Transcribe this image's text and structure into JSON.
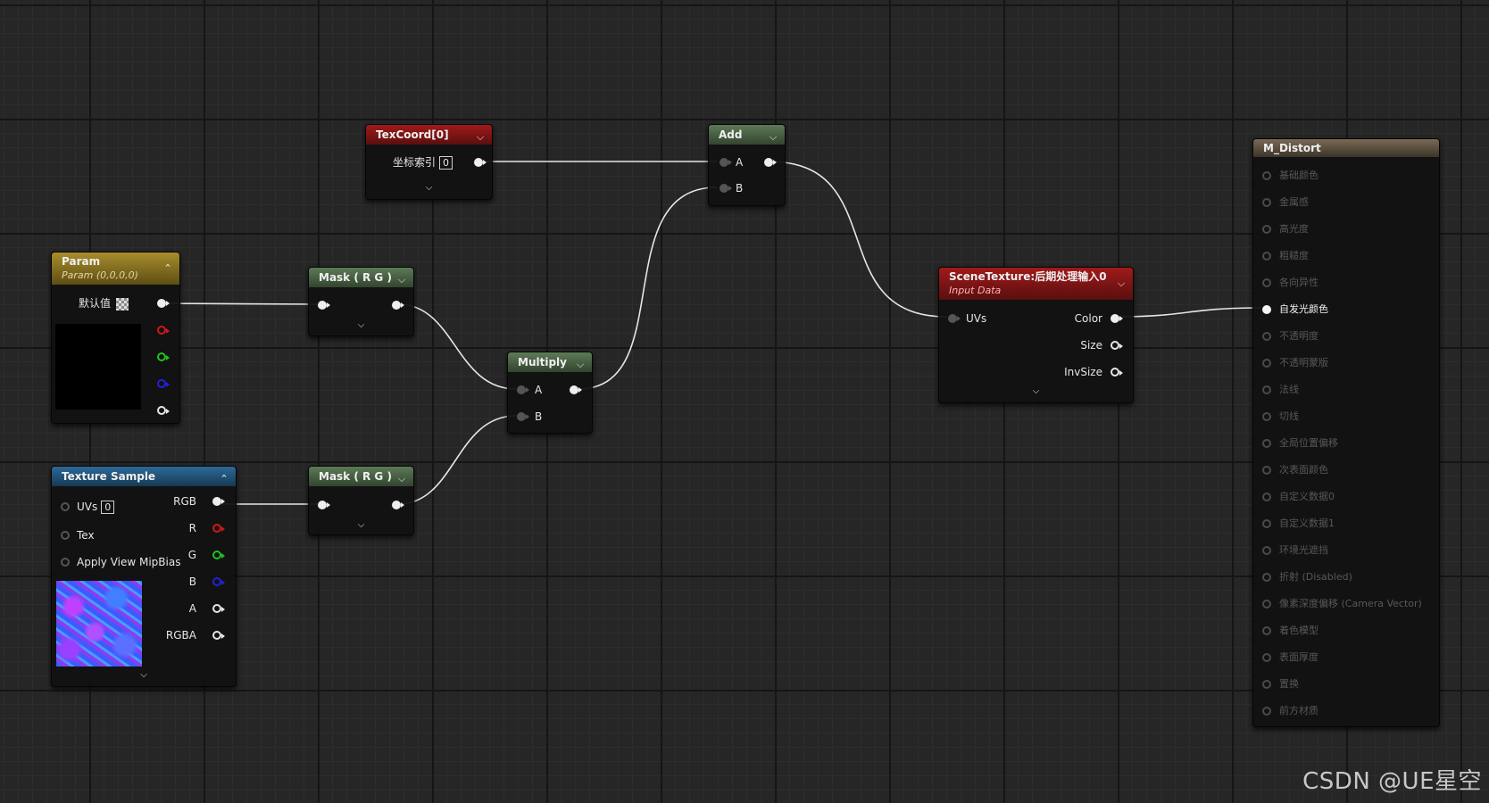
{
  "colors": {
    "wire": "#e6e6e6",
    "red_channel": "#d01818",
    "green_channel": "#22c022",
    "blue_channel": "#2222d8"
  },
  "nodes": {
    "texcoord": {
      "title": "TexCoord[0]",
      "index_label": "坐标索引",
      "index_value": "0",
      "caret_icon": "chevron-down-icon"
    },
    "add": {
      "title": "Add",
      "pin_a": "A",
      "pin_b": "B"
    },
    "param": {
      "title": "Param",
      "subtitle": "Param (0,0,0,0)",
      "default_label": "默认值",
      "caret_icon": "chevron-up-icon"
    },
    "mask_top": {
      "title": "Mask ( R G )"
    },
    "mask_bottom": {
      "title": "Mask ( R G )"
    },
    "multiply": {
      "title": "Multiply",
      "pin_a": "A",
      "pin_b": "B"
    },
    "texture_sample": {
      "title": "Texture Sample",
      "inputs": [
        "UVs",
        "Tex",
        "Apply View MipBias"
      ],
      "uv_index": "0",
      "outputs": [
        "RGB",
        "R",
        "G",
        "B",
        "A",
        "RGBA"
      ]
    },
    "scene_texture": {
      "title_prefix": "SceneTexture:",
      "title_suffix": "后期处理输入0",
      "subtitle": "Input Data",
      "input": "UVs",
      "outputs": [
        "Color",
        "Size",
        "InvSize"
      ]
    },
    "material": {
      "title": "M_Distort",
      "pins": [
        {
          "label": "基础颜色",
          "active": false
        },
        {
          "label": "金属感",
          "active": false
        },
        {
          "label": "高光度",
          "active": false
        },
        {
          "label": "粗糙度",
          "active": false
        },
        {
          "label": "各向异性",
          "active": false
        },
        {
          "label": "自发光颜色",
          "active": true
        },
        {
          "label": "不透明度",
          "active": false
        },
        {
          "label": "不透明蒙版",
          "active": false
        },
        {
          "label": "法线",
          "active": false
        },
        {
          "label": "切线",
          "active": false
        },
        {
          "label": "全局位置偏移",
          "active": false
        },
        {
          "label": "次表面颜色",
          "active": false
        },
        {
          "label": "自定义数据0",
          "active": false
        },
        {
          "label": "自定义数据1",
          "active": false
        },
        {
          "label": "环境光遮挡",
          "active": false
        },
        {
          "label": "折射 (Disabled)",
          "active": false
        },
        {
          "label": "像素深度偏移 (Camera Vector)",
          "active": false
        },
        {
          "label": "着色模型",
          "active": false
        },
        {
          "label": "表面厚度",
          "active": false
        },
        {
          "label": "置换",
          "active": false
        },
        {
          "label": "前方材质",
          "active": false
        }
      ]
    }
  },
  "watermark": "CSDN @UE星空"
}
